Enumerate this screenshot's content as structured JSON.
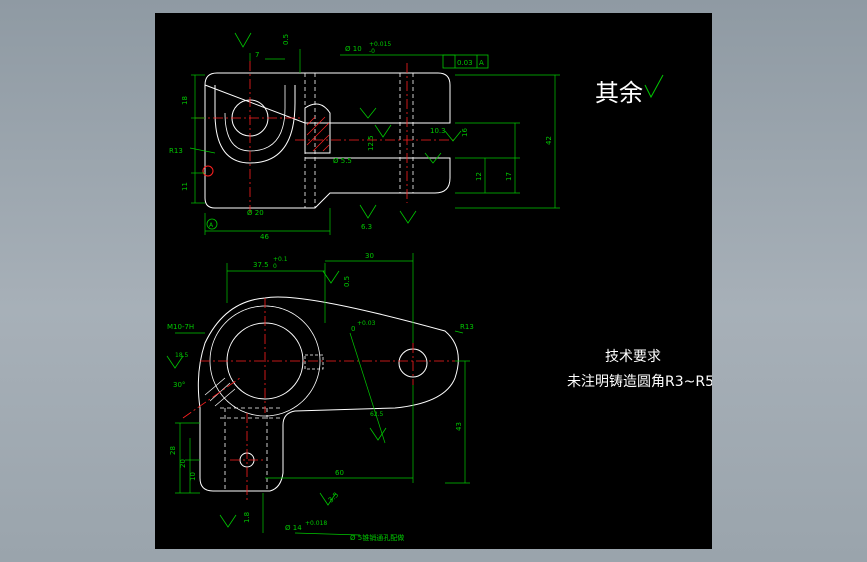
{
  "colors": {
    "canvas": "#000000",
    "outline": "#ffffff",
    "dimension": "#00c800",
    "centerline": "#ff2020",
    "hatch": "#ff2020",
    "hidden": "#ffffff"
  },
  "roughness_note": {
    "label": "其余"
  },
  "technical_requirements": {
    "title": "技术要求",
    "line1": "未注明铸造圆角R3~R5"
  },
  "top_view": {
    "dims": {
      "d1": "0.5",
      "d2": "7",
      "d3": "Ø 10",
      "d3_tol": "+0.015",
      "d3_tol2": "-0",
      "d4": "0.03",
      "d5": "A",
      "d6": "18",
      "d7": "R13",
      "d8": "11",
      "d9": "Ø 5.5",
      "d10": "12.5",
      "d11": "10.3",
      "d12": "16",
      "d13": "12",
      "d14": "17",
      "d15": "42",
      "d16": "Ø 20",
      "d17": "46",
      "d18": "6.3",
      "d19": "A"
    }
  },
  "front_view": {
    "dims": {
      "d1": "37.5",
      "d1_tol": "+0.1",
      "d1_tol2": "0",
      "d2": "30",
      "d3": "0.5",
      "d4": "0",
      "d4_tol": "+0.03",
      "d5": "R13",
      "d6": "M10-7H",
      "d7": "18.5",
      "d8": "30°",
      "d9": "62.5",
      "d10": "43",
      "d11": "28",
      "d12": "20",
      "d13": "10",
      "d14": "60",
      "d15": "1.8",
      "d16": "Ø 14",
      "d16_tol": "+0.018",
      "d17": "3.5",
      "d18": "Ø 5锥销通孔配做"
    }
  }
}
